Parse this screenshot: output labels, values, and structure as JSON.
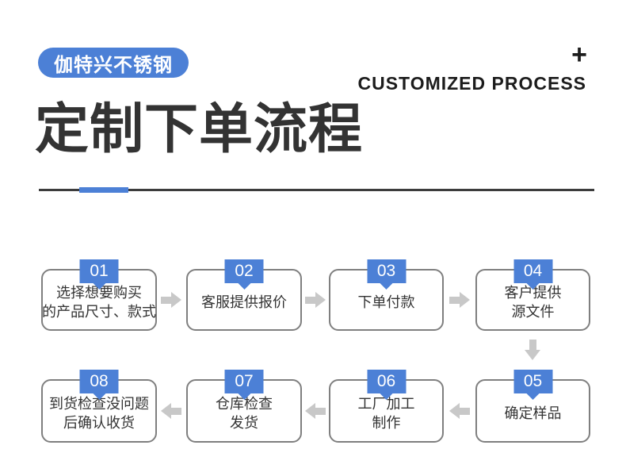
{
  "header": {
    "brand_badge": "伽特兴不锈钢",
    "plus": "+",
    "subtitle_en": "CUSTOMIZED PROCESS",
    "title": "定制下单流程"
  },
  "colors": {
    "accent_blue": "#4c80d6",
    "arrow_gray": "#c8c8c8",
    "box_border_gray": "#7f7f7f",
    "divider_dark": "#3c3c3c",
    "text_dark": "#333333"
  },
  "flow": {
    "steps": [
      {
        "num": "01",
        "line1": "选择想要购买",
        "line2": "的产品尺寸、款式"
      },
      {
        "num": "02",
        "line1": "客服提供报价",
        "line2": ""
      },
      {
        "num": "03",
        "line1": "下单付款",
        "line2": ""
      },
      {
        "num": "04",
        "line1": "客户提供",
        "line2": "源文件"
      },
      {
        "num": "05",
        "line1": "确定样品",
        "line2": ""
      },
      {
        "num": "06",
        "line1": "工厂加工",
        "line2": "制作"
      },
      {
        "num": "07",
        "line1": "仓库检查",
        "line2": "发货"
      },
      {
        "num": "08",
        "line1": "到货检查没问题",
        "line2": "后确认收货"
      }
    ]
  }
}
